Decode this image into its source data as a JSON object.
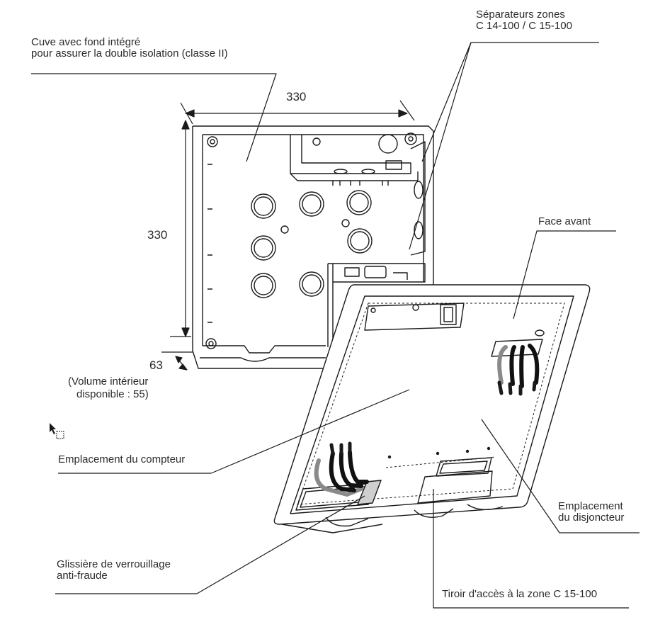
{
  "labels": {
    "cuve_line1": "Cuve avec fond  intégré",
    "cuve_line2": "pour assurer la double isolation (classe II)",
    "separateurs_line1": "Séparateurs zones",
    "separateurs_line2": "C 14-100 / C 15-100",
    "face_avant": "Face avant",
    "volume_line1": "(Volume intérieur",
    "volume_line2": "disponible : 55)",
    "compteur": "Emplacement du compteur",
    "disjoncteur_line1": "Emplacement",
    "disjoncteur_line2": "du disjoncteur",
    "glissiere_line1": "Glissière de verrouillage",
    "glissiere_line2": "anti-fraude",
    "tiroir": "Tiroir d'accès à la zone C 15-100"
  },
  "dimensions": {
    "width": "330",
    "height": "330",
    "depth": "63"
  },
  "colors": {
    "line": "#1a1a1a",
    "cable_black": "#111111",
    "cable_grey": "#8a8a8a"
  }
}
